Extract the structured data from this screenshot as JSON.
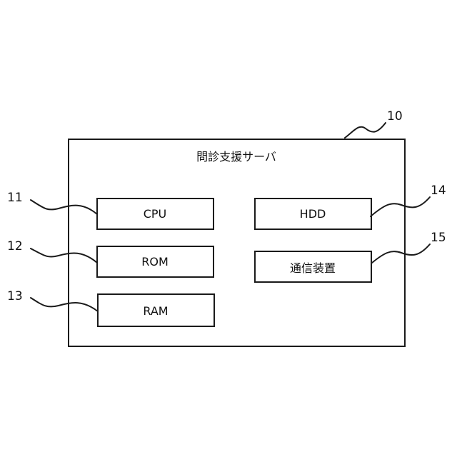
{
  "server": {
    "title": "問診支援サーバ",
    "ref": "10"
  },
  "components": {
    "cpu": {
      "label": "CPU",
      "ref": "11"
    },
    "rom": {
      "label": "ROM",
      "ref": "12"
    },
    "ram": {
      "label": "RAM",
      "ref": "13"
    },
    "hdd": {
      "label": "HDD",
      "ref": "14"
    },
    "comm": {
      "label": "通信装置",
      "ref": "15"
    }
  }
}
